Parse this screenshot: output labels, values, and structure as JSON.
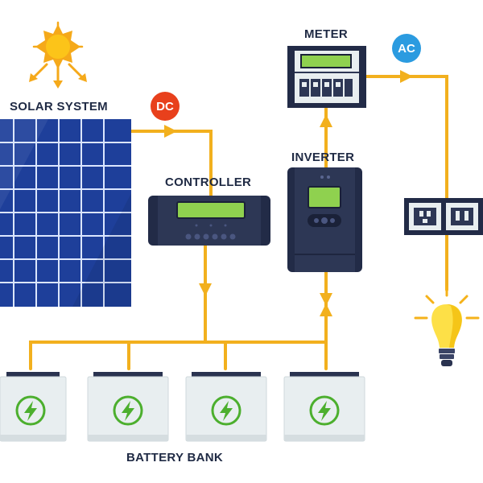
{
  "labels": {
    "solar_system": "SOLAR SYSTEM",
    "controller": "CONTROLLER",
    "inverter": "INVERTER",
    "meter": "METER",
    "battery_bank": "BATTERY BANK"
  },
  "badges": {
    "dc": "DC",
    "ac": "AC"
  },
  "colors": {
    "wire": "#f2b01e",
    "panel": "#1e3f9a",
    "panel_grid": "#dbe6ff",
    "device": "#2a3350",
    "screen": "#8fd14f",
    "battery": "#e8eef0",
    "battery_icon": "#4caf2e",
    "dc_badge": "#e8401c",
    "ac_badge": "#2b9be0",
    "sun": "#f5b21a",
    "bulb": "#fde047"
  },
  "icons": {
    "sun": "sun-icon",
    "bulb": "light-bulb-icon",
    "battery_charge": "lightning-bolt-icon",
    "socket": "power-outlet-icon"
  }
}
